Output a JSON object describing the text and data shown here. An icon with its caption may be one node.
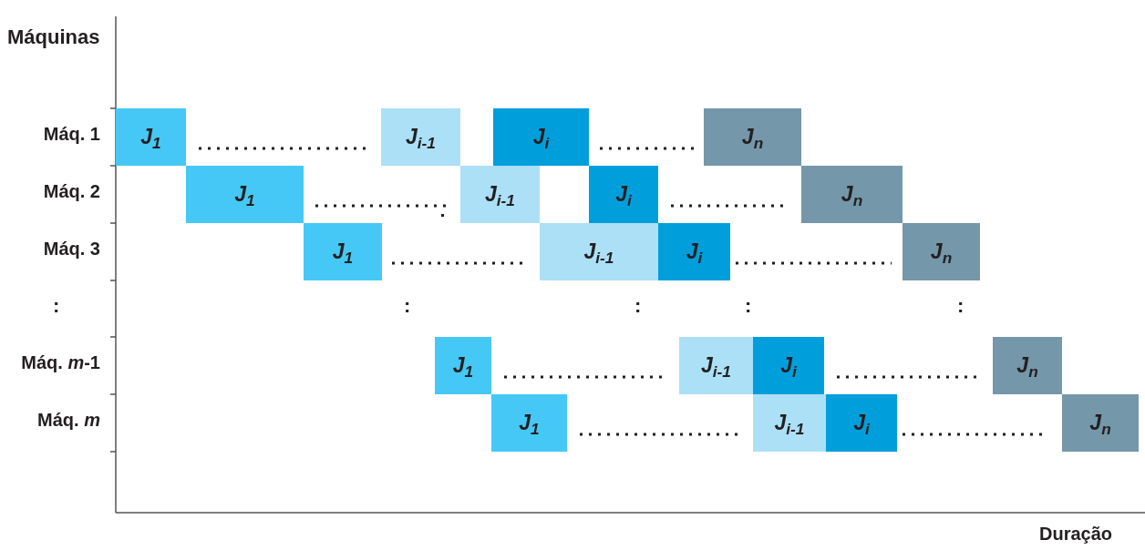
{
  "diagram": {
    "nodes": [
      {
        "text": [
          "J$_{1}$"
        ]
      },
      {
        "text": [
          "J$_{i-1}$"
        ]
      },
      {
        "text": [
          "J$_{i}$"
        ]
      },
      {
        "text": [
          "J$_{n}$"
        ]
      },
      {
        "text": [
          "J$_{1}$"
        ]
      },
      {
        "text": [
          "J$_{i-1}$"
        ]
      },
      {
        "text": [
          "J$_{i}$"
        ]
      },
      {
        "text": [
          "J$_{n}$"
        ]
      },
      {
        "text": [
          "J$_{1}$"
        ]
      },
      {
        "text": [
          "J$_{i-1}$"
        ]
      },
      {
        "text": [
          "J$_{i}$"
        ]
      },
      {
        "text": [
          "J$_{n}$"
        ]
      },
      {
        "text": [
          "J$_{1}$"
        ]
      },
      {
        "text": [
          "J$_{i-1}$"
        ]
      },
      {
        "text": [
          "J$_{i}$"
        ]
      },
      {
        "text": [
          "J$_{n}$"
        ]
      },
      {
        "text": [
          "J$_{1}$"
        ]
      },
      {
        "text": [
          "J$_{i-1}$"
        ]
      },
      {
        "text": [
          "J$_{i}$"
        ]
      },
      {
        "text": [
          "J$_{n}$"
        ]
      }
    ],
    "labels": [
      "Máquinas",
      "Máq. 1",
      "Máq. 2",
      "Máq. 3",
      ":",
      ":",
      ":",
      ":",
      ":",
      "Máq. *m*-1",
      "Máq. *m*",
      "Duração"
    ]
  }
}
